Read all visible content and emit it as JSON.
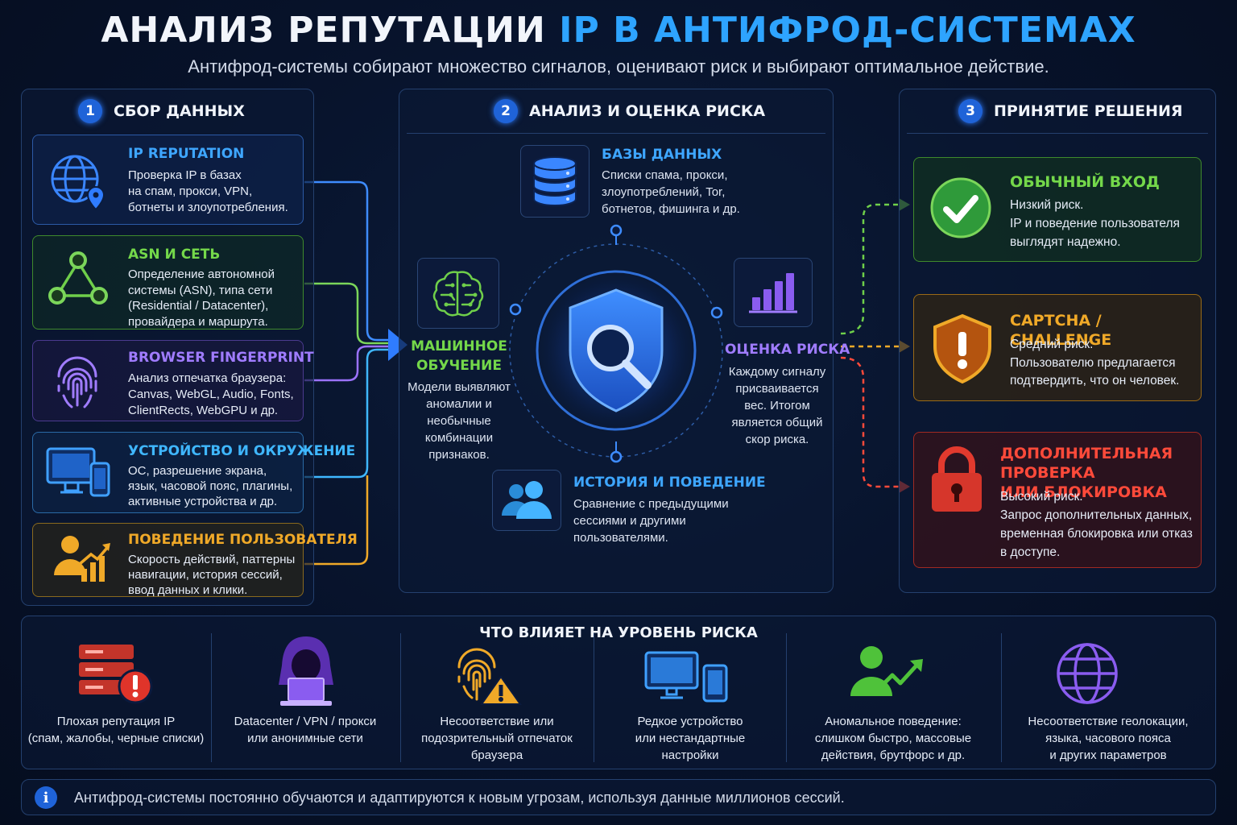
{
  "header": {
    "title_part1": "АНАЛИЗ РЕПУТАЦИИ ",
    "title_part2": "IP В АНТИФРОД-СИСТЕМАХ",
    "subtitle": "Антифрод-системы собирают множество сигналов, оценивают риск и выбирают оптимальное действие."
  },
  "colors": {
    "blue": "#3ea6ff",
    "green": "#74d84a",
    "purple": "#a07cff",
    "cyan": "#3fb7ff",
    "orange": "#f0a928",
    "red": "#ff4a3a"
  },
  "collect": {
    "number": "1",
    "title": "СБОР ДАННЫХ",
    "cards": [
      {
        "icon": "globe-pin-icon",
        "title": "IP REPUTATION",
        "text": "Проверка IP в базах\nна спам, прокси, VPN,\nботнеты и злоупотребления."
      },
      {
        "icon": "network-triangle-icon",
        "title": "ASN И СЕТЬ",
        "text": "Определение автономной\nсистемы (ASN), типа сети\n(Residential / Datacenter),\nпровайдера и маршрута."
      },
      {
        "icon": "fingerprint-icon",
        "title": "BROWSER FINGERPRINT",
        "text": "Анализ отпечатка браузера:\nCanvas, WebGL, Audio, Fonts,\nClientRects, WebGPU и др."
      },
      {
        "icon": "devices-icon",
        "title": "УСТРОЙСТВО И ОКРУЖЕНИЕ",
        "text": "ОС, разрешение экрана,\nязык, часовой пояс, плагины,\nактивные устройства и др."
      },
      {
        "icon": "user-growth-icon",
        "title": "ПОВЕДЕНИЕ ПОЛЬЗОВАТЕЛЯ",
        "text": "Скорость действий, паттерны\nнавигации, история сессий,\nввод данных и клики."
      }
    ]
  },
  "analysis": {
    "number": "2",
    "title": "АНАЛИЗ И ОЦЕНКА РИСКА",
    "databases": {
      "icon": "database-icon",
      "title": "БАЗЫ ДАННЫХ",
      "text": "Списки спама, прокси,\nзлоупотреблений, Tor,\nботнетов, фишинга и др."
    },
    "ml": {
      "icon": "brain-icon",
      "title": "МАШИННОЕ\nОБУЧЕНИЕ",
      "text": "Модели выявляют\nаномалии и\nнеобычные\nкомбинации\nпризнаков."
    },
    "score": {
      "icon": "bar-chart-icon",
      "title": "ОЦЕНКА РИСКА",
      "text": "Каждому сигналу\nприсваивается\nвес. Итогом\nявляется общий\nскор риска."
    },
    "history": {
      "icon": "users-icon",
      "title": "ИСТОРИЯ И ПОВЕДЕНИЕ",
      "text": "Сравнение с предыдущими\nсессиями и другими\nпользователями."
    },
    "center_icon": "shield-search-icon"
  },
  "decision": {
    "number": "3",
    "title": "ПРИНЯТИЕ РЕШЕНИЯ",
    "items": [
      {
        "icon": "check-circle-icon",
        "title": "ОБЫЧНЫЙ ВХОД",
        "text": "Низкий риск.\nIP и поведение пользователя\nвыглядят надежно."
      },
      {
        "icon": "shield-warning-icon",
        "title": "CAPTCHA / CHALLENGE",
        "text": "Средний риск.\nПользователю предлагается\nподтвердить, что он человек."
      },
      {
        "icon": "lock-icon",
        "title": "ДОПОЛНИТЕЛЬНАЯ ПРОВЕРКА\nИЛИ БЛОКИРОВКА",
        "text": "Высокий риск.\nЗапрос дополнительных данных,\nвременная блокировка или отказ\nв доступе."
      }
    ]
  },
  "factors": {
    "title": "ЧТО ВЛИЯЕТ НА УРОВЕНЬ РИСКА",
    "items": [
      {
        "icon": "server-alert-icon",
        "text": "Плохая репутация IP\n(спам, жалобы, черные списки)"
      },
      {
        "icon": "hacker-laptop-icon",
        "text": "Datacenter / VPN / прокси\nили анонимные сети"
      },
      {
        "icon": "fingerprint-warning-icon",
        "text": "Несоответствие или\nподозрительный отпечаток\nбраузера"
      },
      {
        "icon": "monitor-phone-icon",
        "text": "Редкое устройство\nили нестандартные\nнастройки"
      },
      {
        "icon": "user-trend-icon",
        "text": "Аномальное поведение:\nслишком быстро, массовые\nдействия, брутфорс и др."
      },
      {
        "icon": "globe-icon",
        "text": "Несоответствие геолокации,\nязыка, часового пояса\nи других параметров"
      }
    ]
  },
  "footer": {
    "icon": "info-icon",
    "info_glyph": "i",
    "text": "Антифрод-системы постоянно обучаются и адаптируются к новым угрозам, используя данные миллионов сессий."
  }
}
